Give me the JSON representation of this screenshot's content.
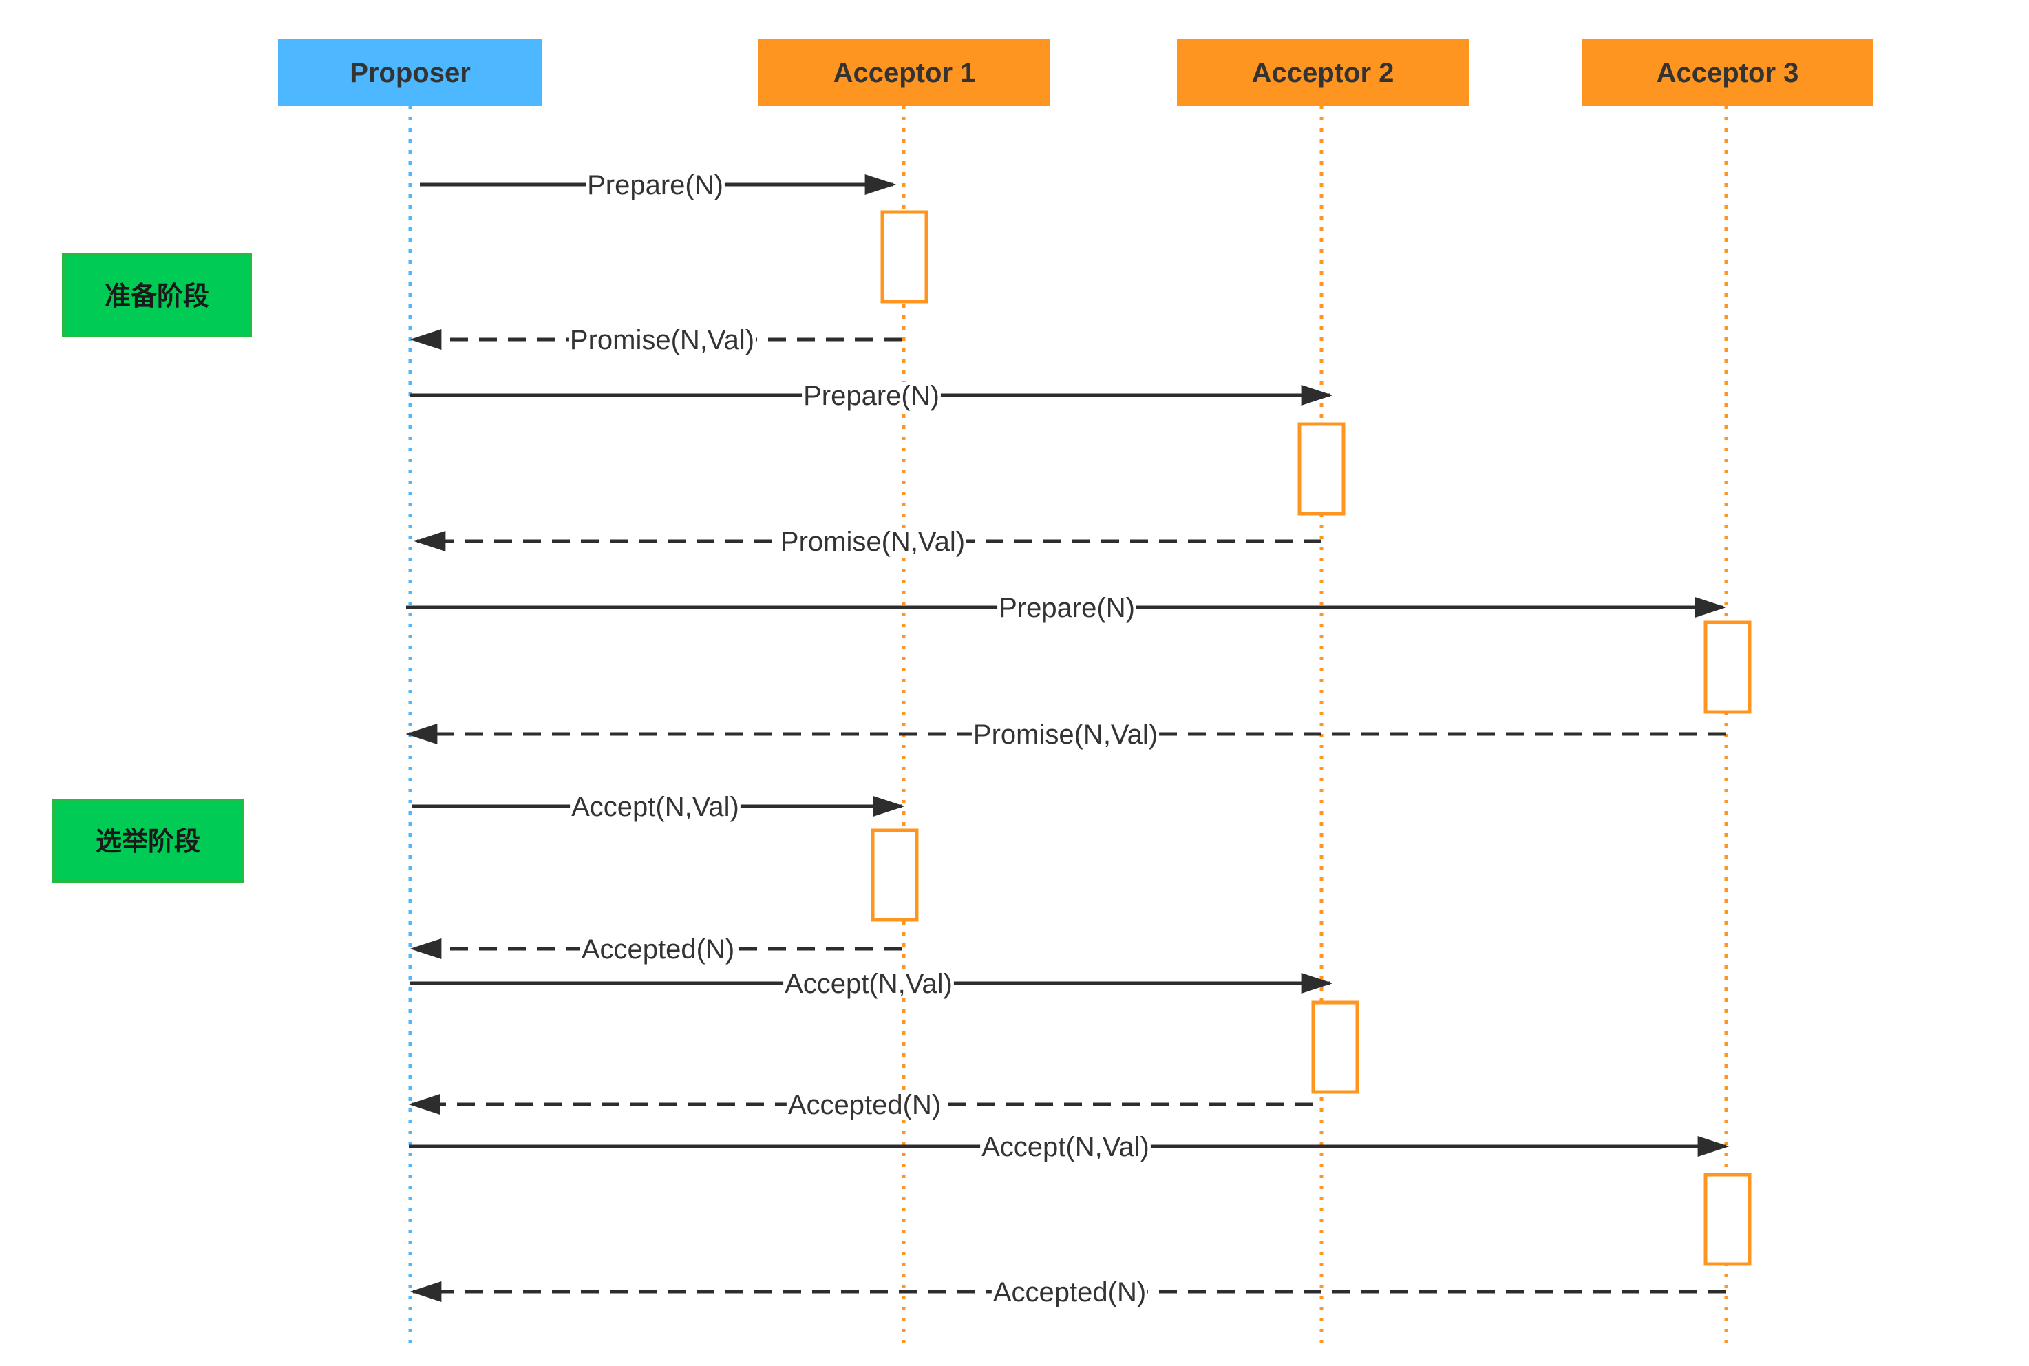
{
  "colors": {
    "proposer": "#4db8ff",
    "acceptor": "#ff9521",
    "phase": "#00cc55",
    "phase_border": "#22bb44",
    "line": "#2d2d2d",
    "label_text": "#333333"
  },
  "participants": [
    {
      "id": "proposer",
      "label": "Proposer",
      "role": "proposer"
    },
    {
      "id": "a1",
      "label": "Acceptor 1",
      "role": "acceptor"
    },
    {
      "id": "a2",
      "label": "Acceptor 2",
      "role": "acceptor"
    },
    {
      "id": "a3",
      "label": "Acceptor 3",
      "role": "acceptor"
    }
  ],
  "phases": [
    {
      "label": "准备阶段"
    },
    {
      "label": "选举阶段"
    }
  ],
  "messages": [
    {
      "from": "proposer",
      "to": "a1",
      "label": "Prepare(N)",
      "style": "solid"
    },
    {
      "from": "a1",
      "to": "proposer",
      "label": "Promise(N,Val)",
      "style": "dashed"
    },
    {
      "from": "proposer",
      "to": "a2",
      "label": "Prepare(N)",
      "style": "solid"
    },
    {
      "from": "a2",
      "to": "proposer",
      "label": "Promise(N,Val)",
      "style": "dashed"
    },
    {
      "from": "proposer",
      "to": "a3",
      "label": "Prepare(N)",
      "style": "solid"
    },
    {
      "from": "a3",
      "to": "proposer",
      "label": "Promise(N,Val)",
      "style": "dashed"
    },
    {
      "from": "proposer",
      "to": "a1",
      "label": "Accept(N,Val)",
      "style": "solid"
    },
    {
      "from": "a1",
      "to": "proposer",
      "label": "Accepted(N)",
      "style": "dashed"
    },
    {
      "from": "proposer",
      "to": "a2",
      "label": "Accept(N,Val)",
      "style": "solid"
    },
    {
      "from": "a2",
      "to": "proposer",
      "label": "Accepted(N)",
      "style": "dashed"
    },
    {
      "from": "proposer",
      "to": "a3",
      "label": "Accept(N,Val)",
      "style": "solid"
    },
    {
      "from": "a3",
      "to": "proposer",
      "label": "Accepted(N)",
      "style": "dashed"
    }
  ]
}
